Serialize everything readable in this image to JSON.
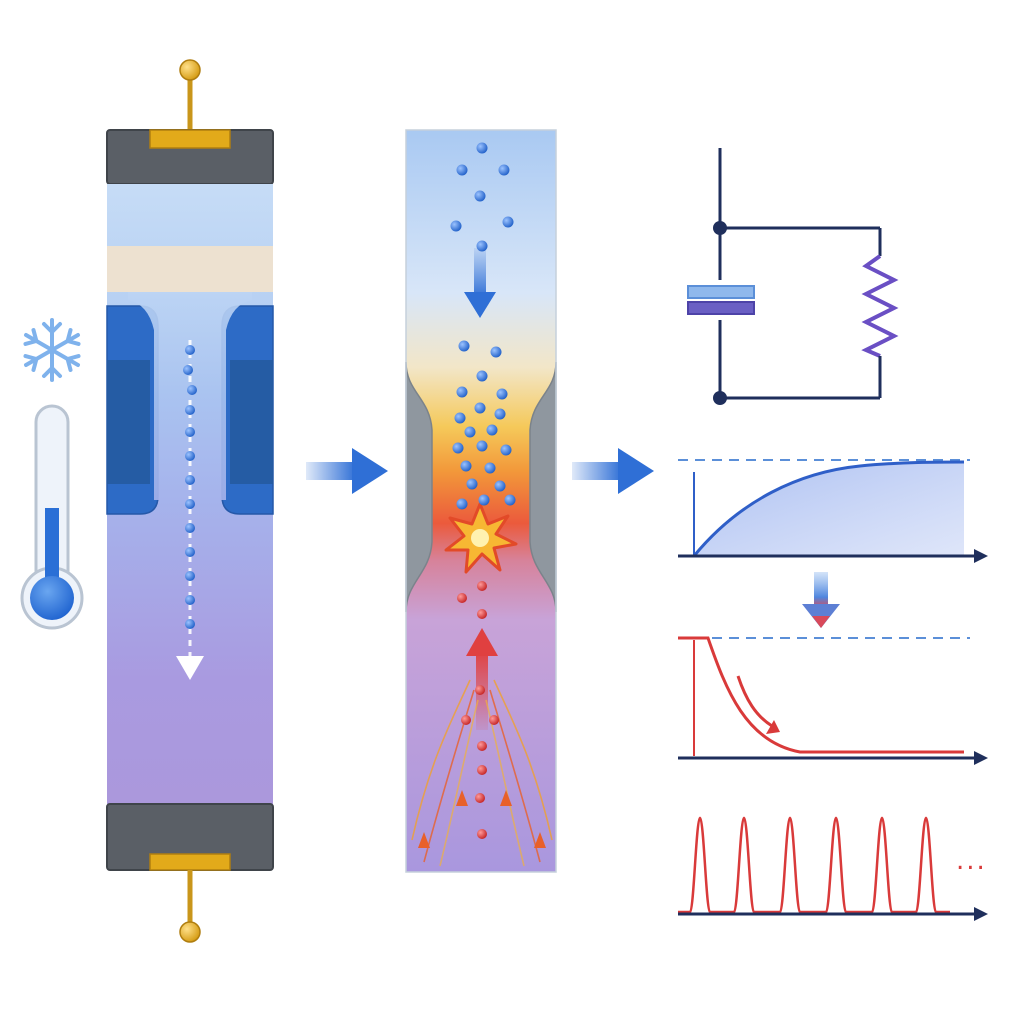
{
  "colors": {
    "background": "#ffffff",
    "cold_blue": "#2f6fd6",
    "hot_red": "#d93a3a",
    "neutral_gray": "#8f979f",
    "purple": "#9c8fd8",
    "axis_navy": "#1f2f5c",
    "gold": "#e2aa1a",
    "capacitor_blue": "#8fb8ec",
    "capacitor_purple": "#6a5fc4",
    "resistor_purple": "#6a4fc4"
  },
  "icons": [
    "snowflake-icon",
    "thermometer-icon",
    "flow-arrow-icon",
    "explosion-icon"
  ],
  "panels": {
    "left": {
      "role": "cooled-tube"
    },
    "middle": {
      "role": "constriction-recombination"
    },
    "right": {
      "role": "circuit-and-signals"
    }
  },
  "signals": {
    "trailing_text": "..."
  }
}
